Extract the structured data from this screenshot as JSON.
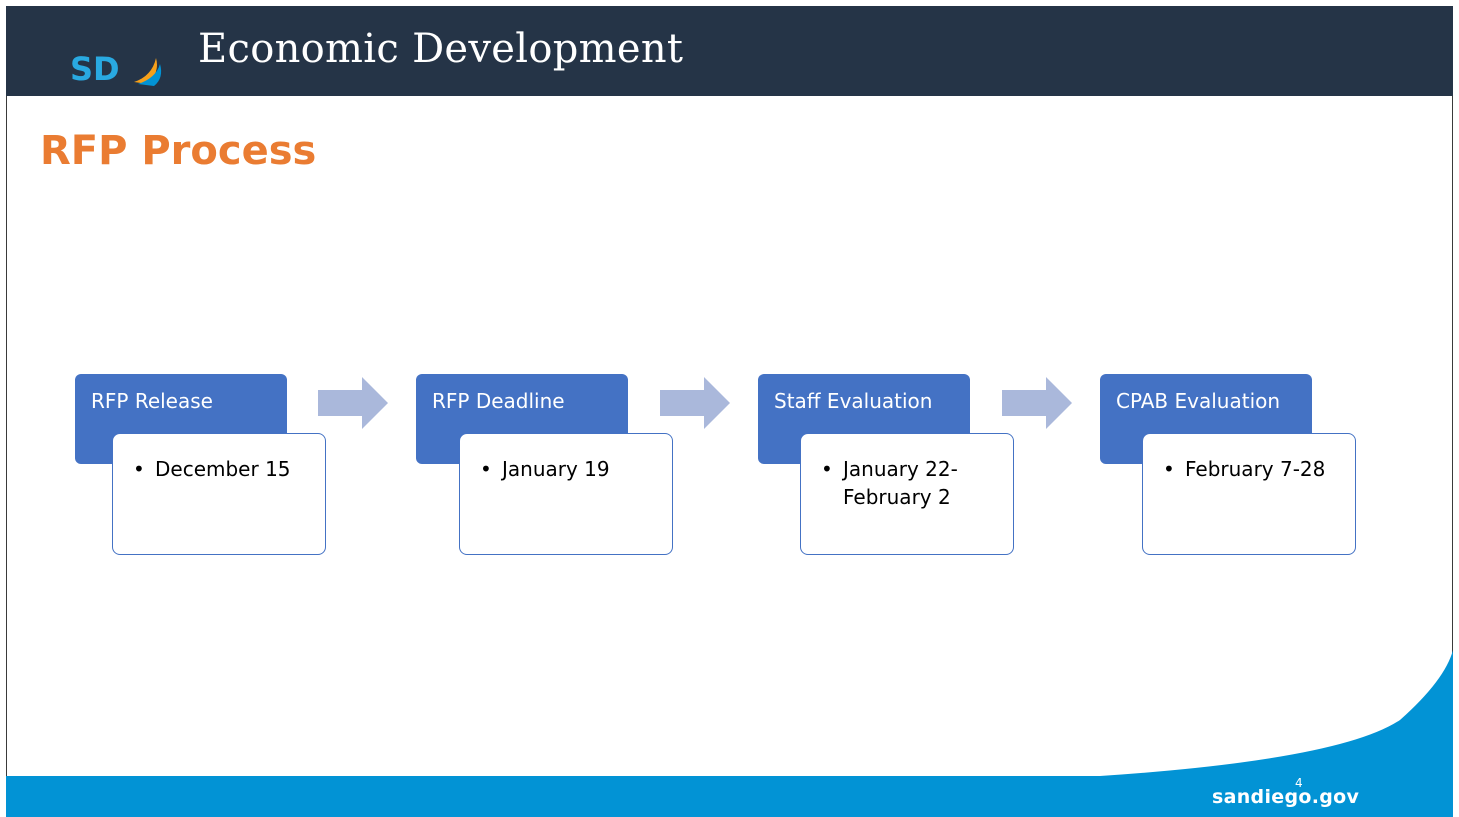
{
  "header": {
    "logo_text": "SD",
    "title": "Economic Development"
  },
  "slide": {
    "title": "RFP Process",
    "page_number": "4"
  },
  "process": [
    {
      "label": "RFP Release",
      "detail": "December 15"
    },
    {
      "label": "RFP Deadline",
      "detail": "January 19"
    },
    {
      "label": "Staff Evaluation",
      "detail": "January 22-February 2"
    },
    {
      "label": "CPAB Evaluation",
      "detail": "February 7-28"
    }
  ],
  "footer": {
    "url": "sandiego.gov"
  },
  "colors": {
    "header_bg": "#253447",
    "title_orange": "#ea7c32",
    "step_blue": "#4472c4",
    "arrow": "#aab8db",
    "footer_blue": "#0293d5"
  },
  "icons": {
    "arrow": "right-arrow-icon",
    "logo": "sd-logo"
  }
}
